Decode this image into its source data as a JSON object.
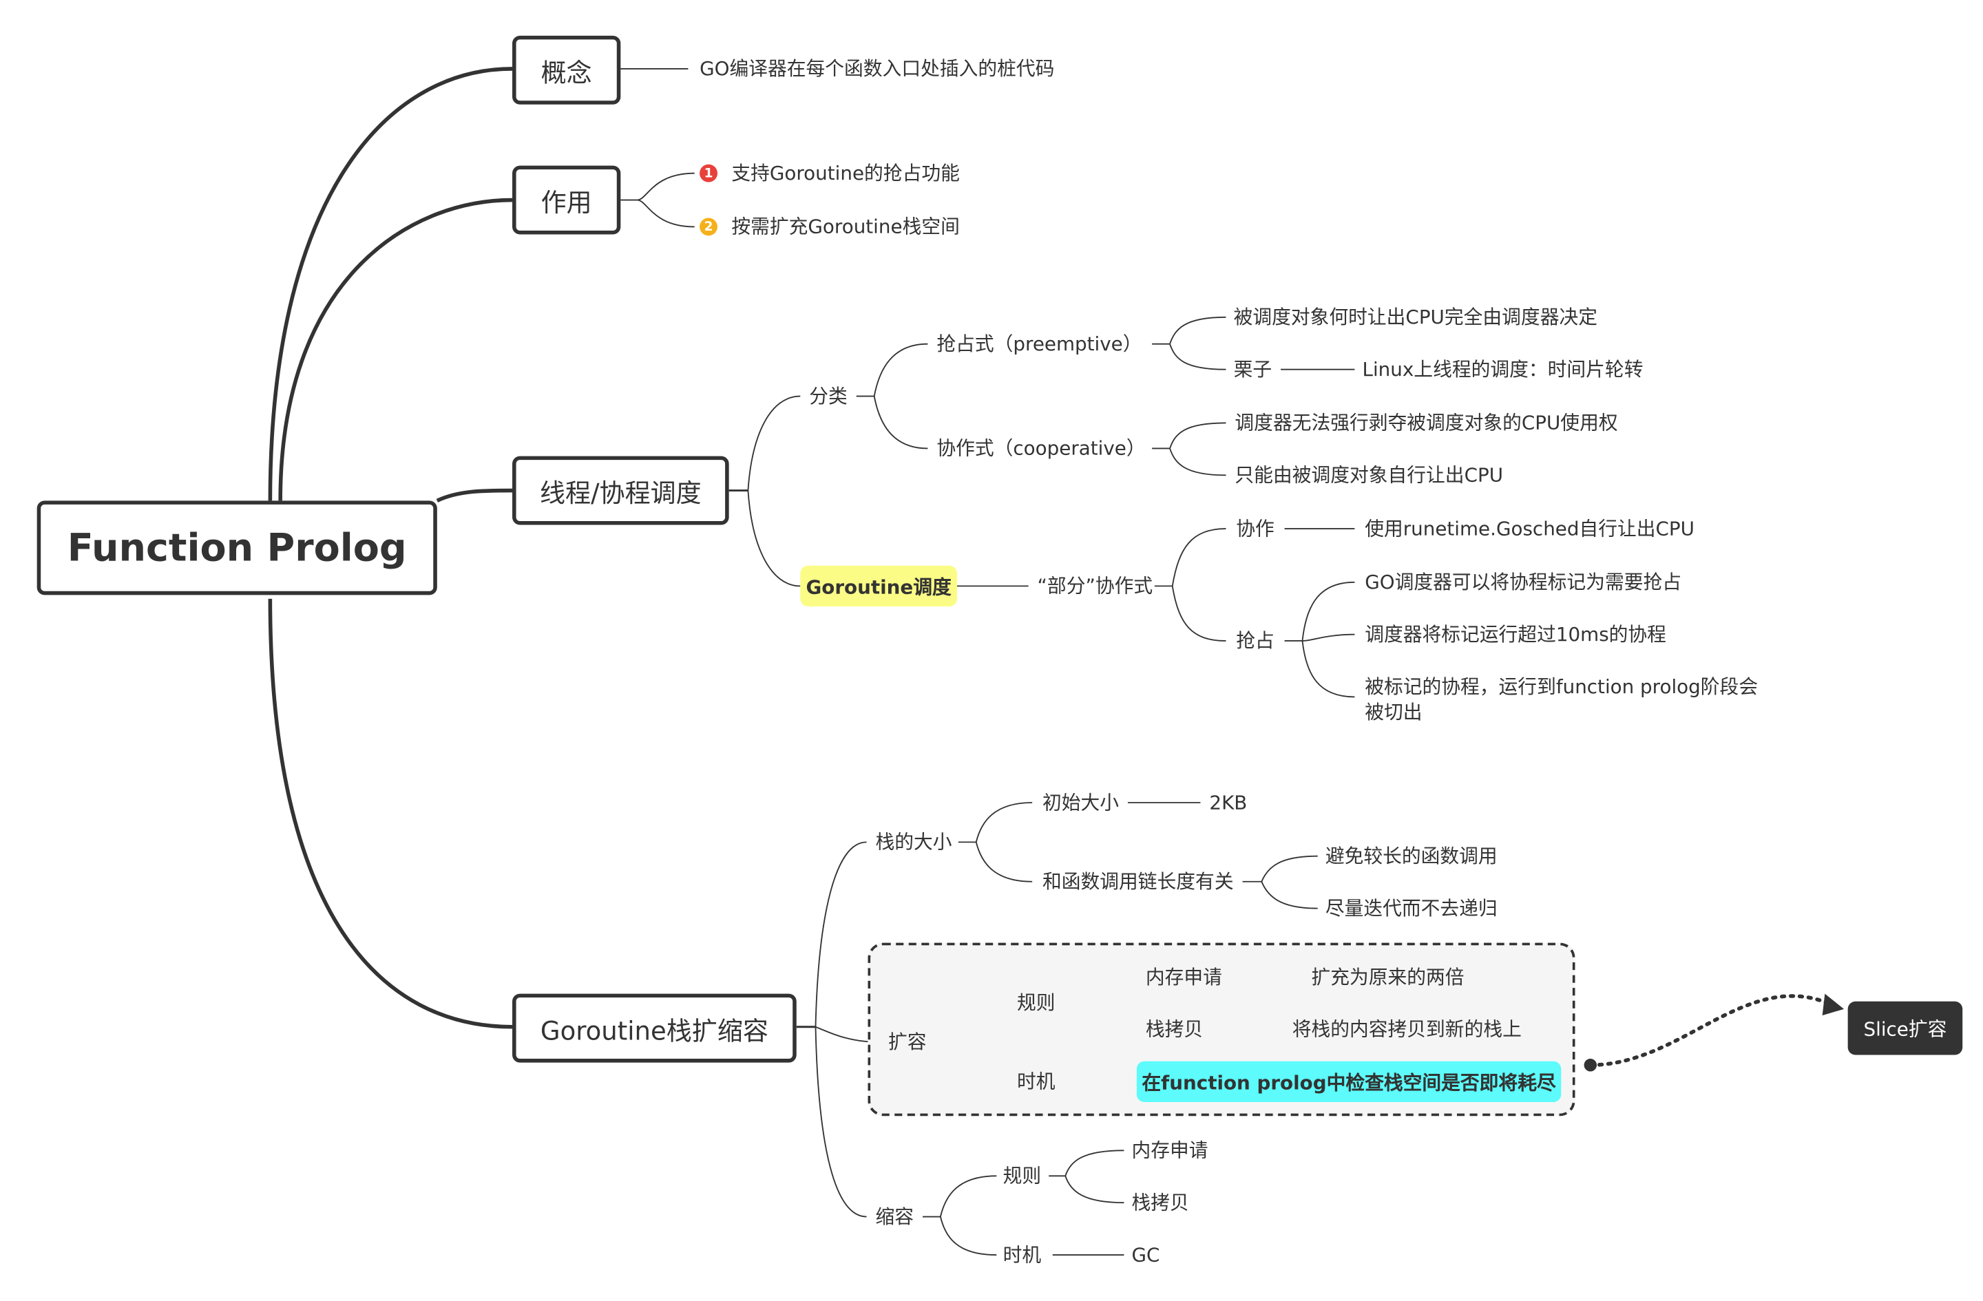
{
  "root": "Function Prolog",
  "concept": {
    "title": "概念",
    "desc": "GO编译器在每个函数入口处插入的桩代码"
  },
  "purpose": {
    "title": "作用",
    "items": [
      {
        "marker": "1",
        "color": "#e8413b",
        "text": "支持Goroutine的抢占功能"
      },
      {
        "marker": "2",
        "color": "#f5b11b",
        "text": "按需扩充Goroutine栈空间"
      }
    ]
  },
  "scheduling": {
    "title": "线程/协程调度",
    "category": "分类",
    "preemptive": {
      "label": "抢占式（preemptive）",
      "desc": "被调度对象何时让出CPU完全由调度器决定",
      "example_label": "栗子",
      "example": "Linux上线程的调度：时间片轮转"
    },
    "cooperative": {
      "label": "协作式（cooperative）",
      "items": [
        "调度器无法强行剥夺被调度对象的CPU使用权",
        "只能由被调度对象自行让出CPU"
      ]
    },
    "goroutine": {
      "label": "Goroutine调度",
      "highlight": "#fbfc86",
      "mode": "“部分”协作式",
      "coop_label": "协作",
      "coop_desc": "使用runetime.Gosched自行让出CPU",
      "preempt_label": "抢占",
      "preempt_items": [
        "GO调度器可以将协程标记为需要抢占",
        "调度器将标记运行超过10ms的协程",
        "被标记的协程，运行到function prolog阶段会",
        "被切出"
      ]
    }
  },
  "stack": {
    "title": "Goroutine栈扩缩容",
    "size": {
      "label": "栈的大小",
      "initial_label": "初始大小",
      "initial_value": "2KB",
      "chain_label": "和函数调用链长度有关",
      "chain_items": [
        "避免较长的函数调用",
        "尽量迭代而不去递归"
      ]
    },
    "expand": {
      "label": "扩容",
      "rule_label": "规则",
      "alloc_label": "内存申请",
      "alloc_desc": "扩充为原来的两倍",
      "copy_label": "栈拷贝",
      "copy_desc": "将栈的内容拷贝到新的栈上",
      "timing_label": "时机",
      "timing_desc": "在function prolog中检查栈空间是否即将耗尽",
      "highlight": "#5dfbfb"
    },
    "shrink": {
      "label": "缩容",
      "rule_label": "规则",
      "alloc_label": "内存申请",
      "copy_label": "栈拷贝",
      "timing_label": "时机",
      "timing_desc": "GC"
    }
  },
  "relation": {
    "target": "Slice扩容"
  }
}
